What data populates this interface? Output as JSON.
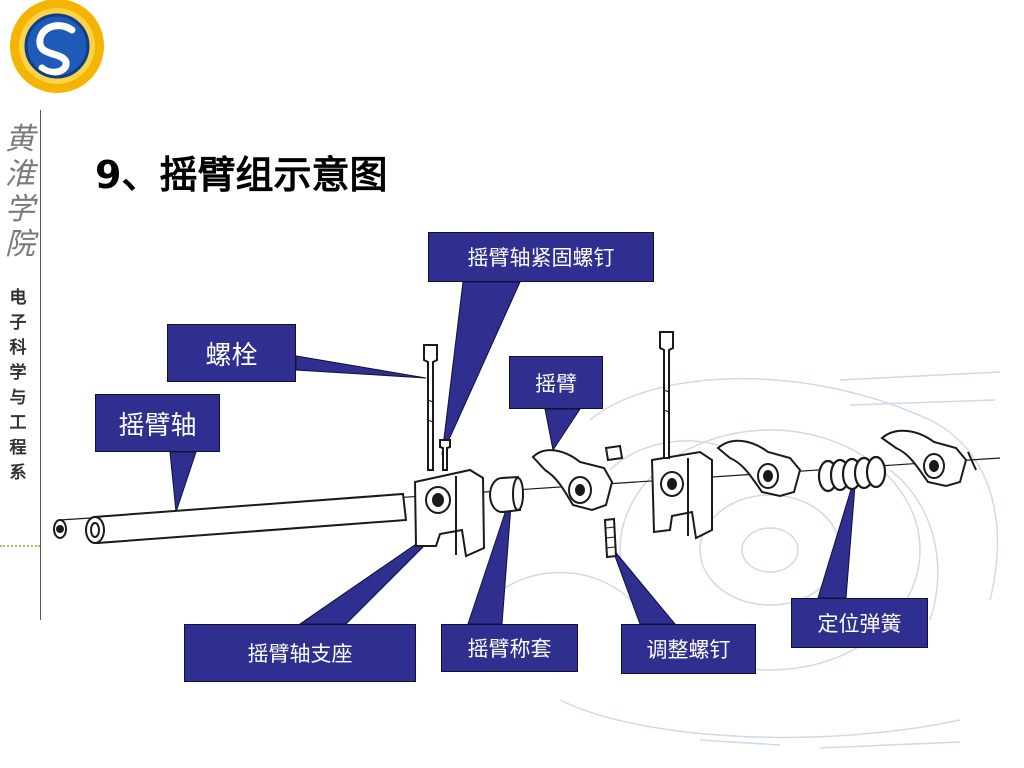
{
  "slide": {
    "title": "9、摇臂组示意图",
    "side_calligraphy": [
      "黄",
      "淮",
      "学",
      "院"
    ],
    "side_department": [
      "电",
      "子",
      "科",
      "学",
      "与",
      "工",
      "程",
      "系"
    ]
  },
  "logo": {
    "icon": "spiral-logo-icon",
    "colors": [
      "#f5b400",
      "#1e5bb8",
      "#ffffff"
    ]
  },
  "callouts": [
    {
      "id": "rocker-shaft-fixing-screw",
      "label": "摇臂轴紧固螺钉"
    },
    {
      "id": "bolt",
      "label": "螺栓"
    },
    {
      "id": "rocker-arm",
      "label": "摇臂"
    },
    {
      "id": "rocker-shaft",
      "label": "摇臂轴"
    },
    {
      "id": "rocker-shaft-support",
      "label": "摇臂轴支座"
    },
    {
      "id": "rocker-arm-bushing",
      "label": "摇臂称套"
    },
    {
      "id": "adjusting-screw",
      "label": "调整螺钉"
    },
    {
      "id": "locating-spring",
      "label": "定位弹簧"
    }
  ],
  "colors": {
    "callout_fill": "#2f2f8f",
    "callout_text": "#ffffff",
    "drawing_line": "#1a1a1a",
    "watermark": "#9fb3d3"
  }
}
